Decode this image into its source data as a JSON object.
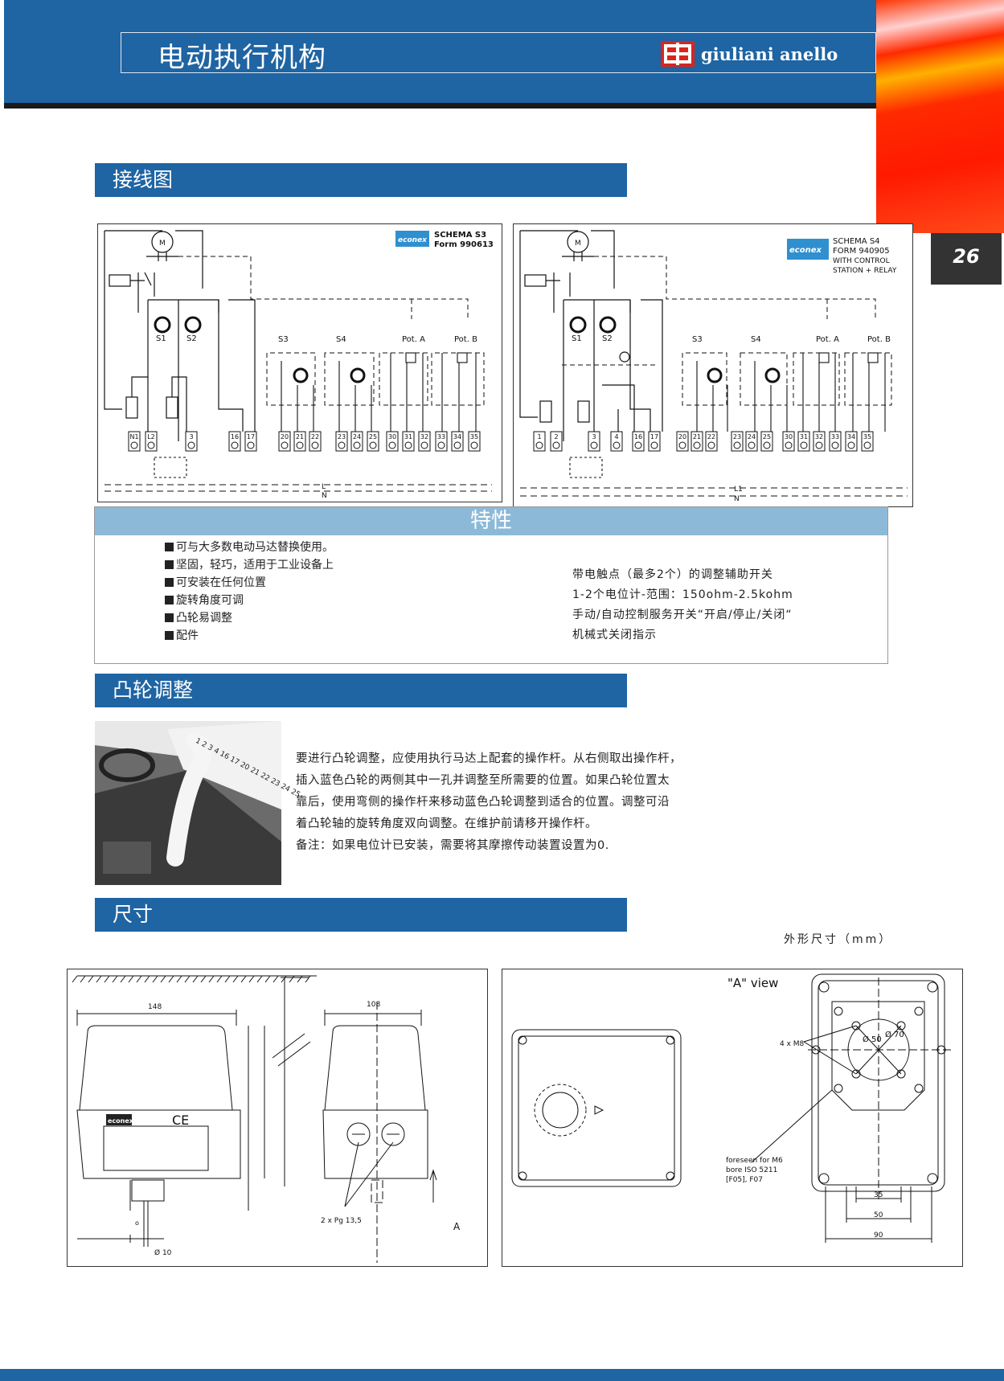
{
  "header": {
    "title": "电动执行机构",
    "brand": "giuliani anello",
    "page_number": "26"
  },
  "wiring": {
    "heading": "接线图",
    "s3": {
      "brand": "econex",
      "schema": "SCHEMA S3",
      "form": "Form 990613",
      "labels": [
        "M",
        "S1",
        "S2",
        "S3",
        "S4",
        "Pot. A",
        "Pot. B",
        "L",
        "N"
      ],
      "terminals": [
        "N1",
        "L2",
        "3",
        "16",
        "17",
        "20",
        "21",
        "22",
        "23",
        "24",
        "25",
        "30",
        "31",
        "32",
        "33",
        "34",
        "35"
      ]
    },
    "s4": {
      "brand": "econex",
      "schema": "SCHEMA S4",
      "form": "FORM 940905",
      "note1": "WITH CONTROL",
      "note2": "STATION + RELAY",
      "labels": [
        "M",
        "S1",
        "S2",
        "S3",
        "S4",
        "Pot. A",
        "Pot. B",
        "L1",
        "N"
      ],
      "terminals": [
        "1",
        "2",
        "3",
        "4",
        "16",
        "17",
        "20",
        "21",
        "22",
        "23",
        "24",
        "25",
        "30",
        "31",
        "32",
        "33",
        "34",
        "35"
      ]
    }
  },
  "features": {
    "heading": "特性",
    "left": [
      "可与大多数电动马达替换使用。",
      "坚固，轻巧，适用于工业设备上",
      "可安装在任何位置",
      "旋转角度可调",
      "凸轮易调整",
      "配件"
    ],
    "right": [
      "带电触点（最多2个）的调整辅助开关",
      "1-2个电位计-范围：150ohm-2.5kohm",
      "手动/自动控制服务开关“开启/停止/关闭“",
      "机械式关闭指示"
    ]
  },
  "cam": {
    "heading": "凸轮调整",
    "photo_label": "1 2 3 4 16 17 20 21 22 23 24 25",
    "paragraph": [
      "要进行凸轮调整，应使用执行马达上配套的操作杆。从右侧取出操作杆，",
      "插入蓝色凸轮的两侧其中一孔并调整至所需要的位置。如果凸轮位置太",
      "靠后，使用弯侧的操作杆来移动蓝色凸轮调整到适合的位置。调整可沿",
      "着凸轮轴的旋转角度双向调整。在维护前请移开操作杆。",
      "备注：如果电位计已安装，需要将其摩擦传动装置设置为0."
    ]
  },
  "dimensions": {
    "heading": "尺寸",
    "unit_note": "外形尺寸（mm）",
    "left": {
      "w1": "148",
      "w2": "108",
      "dia": "Ø 10",
      "pg": "2 x Pg 13,5",
      "arrow": "A",
      "brand": "econex",
      "ce": "CE",
      "o": "o"
    },
    "right": {
      "view": "\"A\" view",
      "bolt": "4 x M8",
      "d50": "Ø 50",
      "d70": "Ø 70",
      "note1": "foreseen for M6",
      "note2": "bore ISO 5211",
      "note3": "[F05], F07",
      "d35": "35",
      "d50w": "50",
      "d90": "90"
    }
  },
  "colors": {
    "brand_blue": "#1f64a3",
    "light_blue": "#8db9d8",
    "logo_red": "#d7261e",
    "econex_blue": "#2f8fcf"
  }
}
